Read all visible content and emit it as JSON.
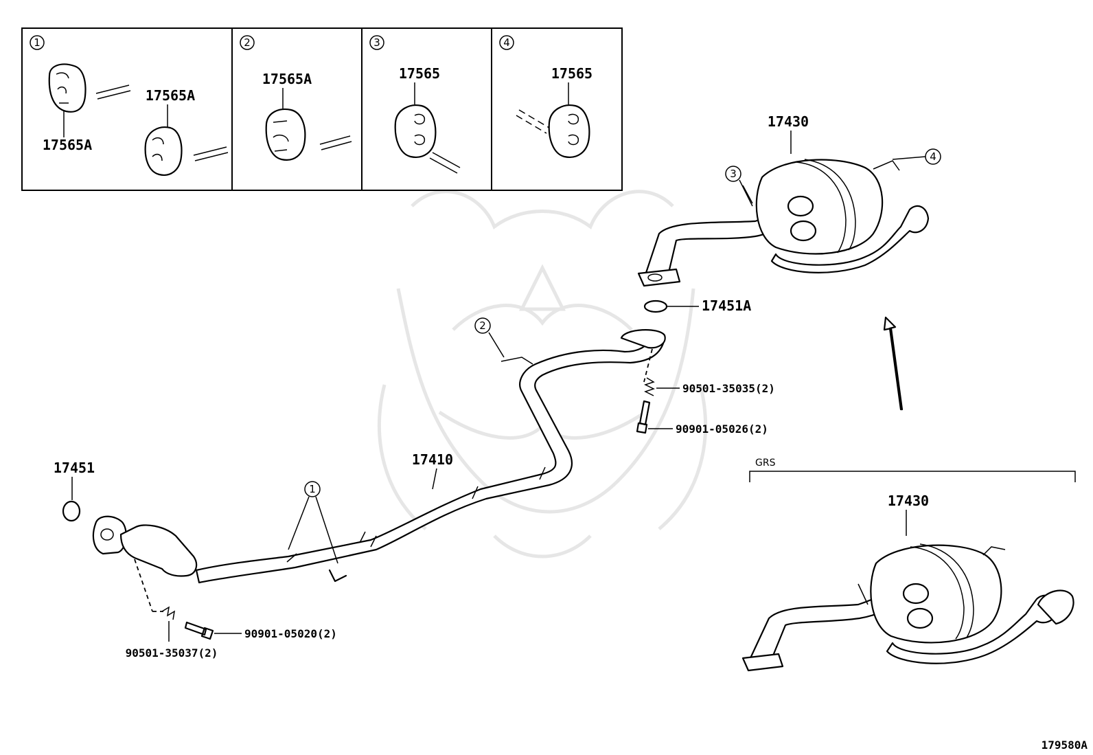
{
  "diagram_id": "179580A",
  "panels": [
    {
      "num": "1",
      "parts": [
        "17565A",
        "17565A"
      ]
    },
    {
      "num": "2",
      "parts": [
        "17565A"
      ]
    },
    {
      "num": "3",
      "parts": [
        "17565"
      ]
    },
    {
      "num": "4",
      "parts": [
        "17565"
      ]
    }
  ],
  "callouts": {
    "p17430_main": "17430",
    "p17430_grs": "17430",
    "p17451A": "17451A",
    "p17451": "17451",
    "p17410": "17410",
    "p90501_35035": "90501-35035(2)",
    "p90901_05026": "90901-05026(2)",
    "p90901_05020": "90901-05020(2)",
    "p90501_35037": "90501-35037(2)",
    "c1": "1",
    "c2": "2",
    "c3": "3",
    "c4": "4"
  },
  "grs_label": "GRS"
}
